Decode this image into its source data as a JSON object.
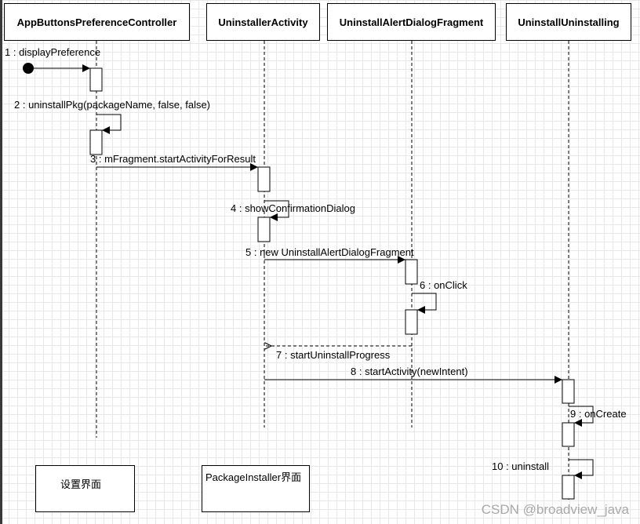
{
  "lifelines": [
    {
      "name": "AppButtonsPreferenceController"
    },
    {
      "name": "UninstallerActivity"
    },
    {
      "name": "UninstallAlertDialogFragment"
    },
    {
      "name": "UninstallUninstalling"
    }
  ],
  "messages": [
    {
      "label": "1 : displayPreference"
    },
    {
      "label": "2 : uninstallPkg(packageName, false, false)"
    },
    {
      "label": "3 : mFragment.startActivityForResult"
    },
    {
      "label": "4 : showConfirmationDialog"
    },
    {
      "label": "5 : new UninstallAlertDialogFragment"
    },
    {
      "label": "6 : onClick"
    },
    {
      "label": "7 : startUninstallProgress"
    },
    {
      "label": "8 : startActivity(newIntent)"
    },
    {
      "label": "9 : onCreate"
    },
    {
      "label": "10 : uninstall"
    }
  ],
  "notes": [
    {
      "text": "设置界面"
    },
    {
      "text": "PackageInstaller界面"
    }
  ],
  "watermark": "CSDN @broadview_java"
}
